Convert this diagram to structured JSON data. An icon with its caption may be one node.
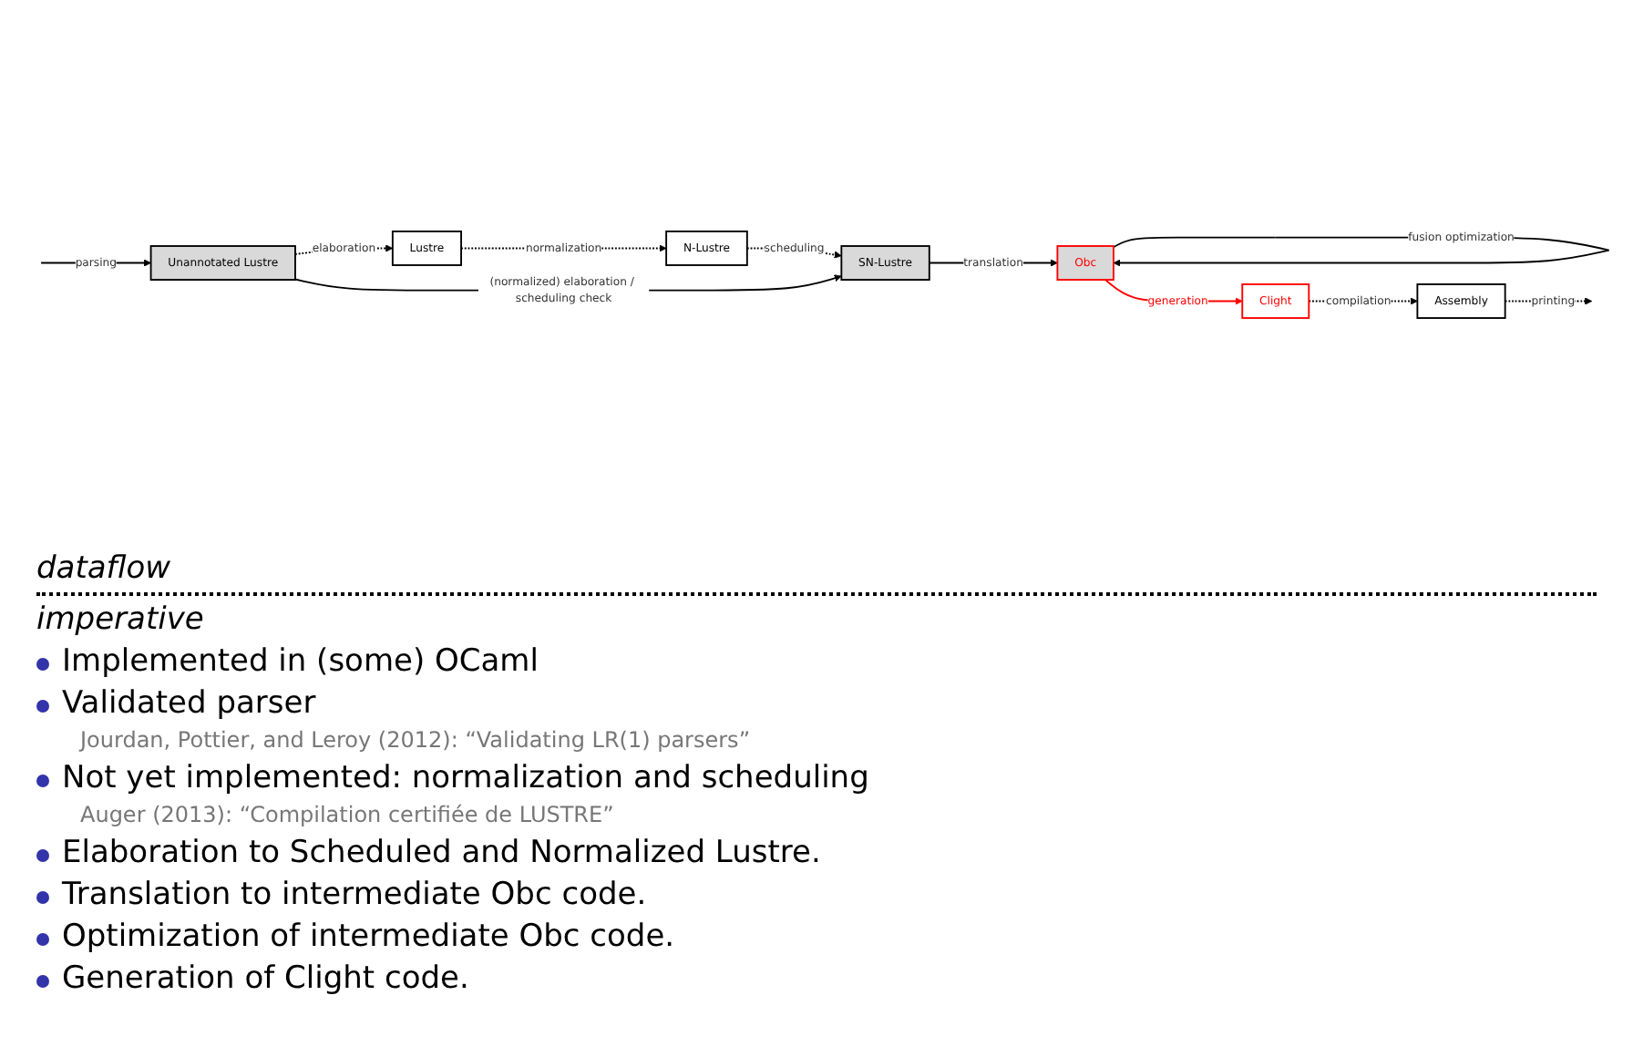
{
  "diagram": {
    "nodes": [
      {
        "text": [
          "Unannotated Lustre"
        ]
      },
      {
        "text": [
          "Lustre"
        ]
      },
      {
        "text": [
          "N-Lustre"
        ]
      },
      {
        "text": [
          "SN-Lustre"
        ]
      },
      {
        "text": [
          "Obc"
        ]
      },
      {
        "text": [
          "Clight"
        ]
      },
      {
        "text": [
          "Assembly"
        ]
      }
    ],
    "edges": [
      {
        "from": null,
        "to": 0,
        "arrow": "to",
        "label": "parsing"
      },
      {
        "from": 0,
        "to": 1,
        "arrow": "to",
        "label": "elaboration",
        "style": "dashed"
      },
      {
        "from": 1,
        "to": 2,
        "arrow": "to",
        "label": "normalization",
        "style": "dashed"
      },
      {
        "from": 2,
        "to": 3,
        "arrow": "to",
        "label": "scheduling",
        "style": "dashed"
      },
      {
        "from": 0,
        "to": 3,
        "arrow": "to",
        "label": "(normalized) elaboration / scheduling check"
      },
      {
        "from": 3,
        "to": 4,
        "arrow": "to",
        "label": "translation"
      },
      {
        "from": 4,
        "to": 4,
        "arrow": "to",
        "label": "fusion optimization"
      },
      {
        "from": 4,
        "to": 5,
        "arrow": "to",
        "label": "generation",
        "color": "#ff0000"
      },
      {
        "from": 5,
        "to": 6,
        "arrow": "to",
        "label": "compilation",
        "style": "dashed"
      },
      {
        "from": 6,
        "to": null,
        "arrow": "to",
        "label": "printing",
        "style": "dashed"
      }
    ],
    "labels": [
      "dataflow",
      "imperative",
      "Implemented in (some) OCaml",
      "Validated parser",
      "Jourdan, Pottier, and Leroy (2012): “Validating LR(1) parsers”",
      "Not yet implemented: normalization and scheduling",
      "Auger (2013): “Compilation certifiée de LUSTRE”",
      "Elaboration to Scheduled and Normalized Lustre.",
      "Translation to intermediate Obc code.",
      "Optimization of intermediate Obc code.",
      "Generation of Clight code."
    ]
  }
}
